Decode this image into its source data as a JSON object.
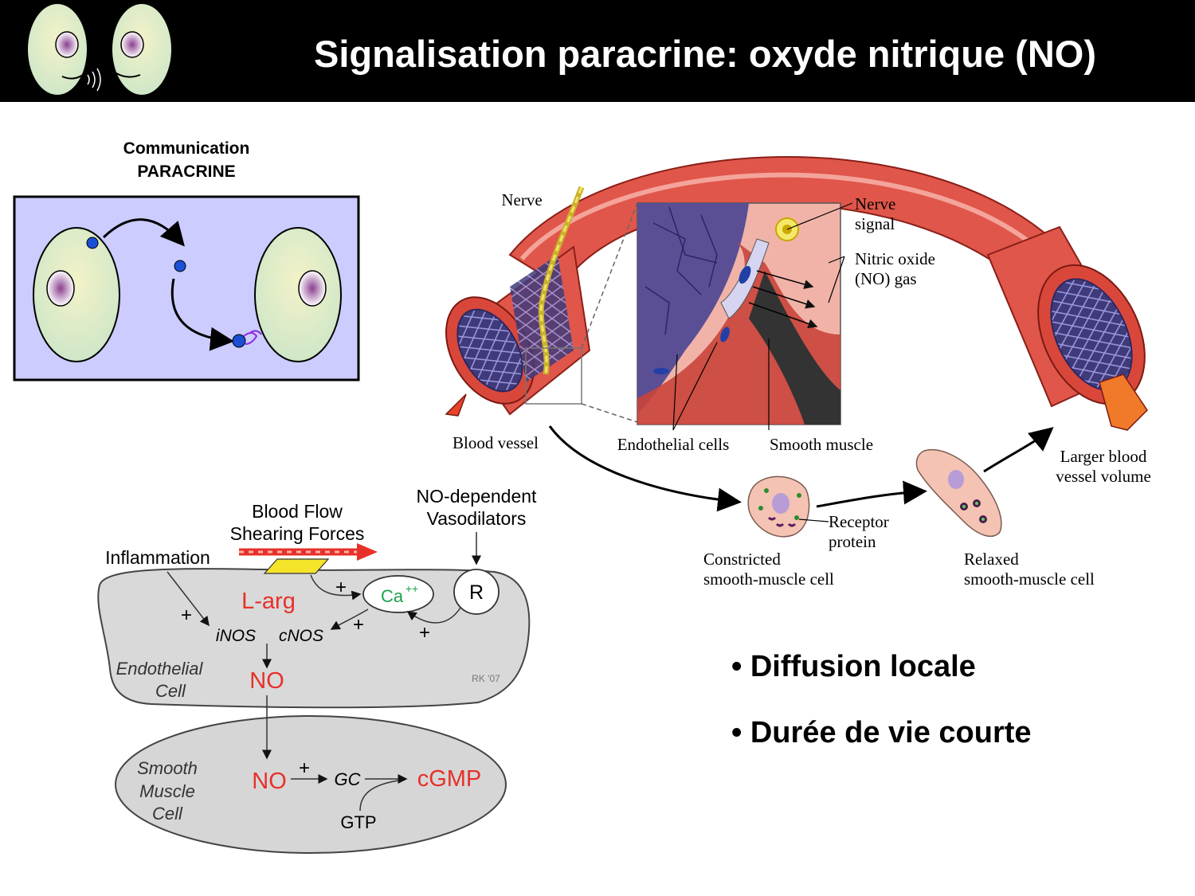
{
  "title": "Signalisation paracrine: oxyde nitrique (NO)",
  "paracrine": {
    "line1": "Communication",
    "line2": "PARACRINE",
    "box_color": "#ccccff"
  },
  "vessel": {
    "nerve": "Nerve",
    "nerve_signal_1": "Nerve",
    "nerve_signal_2": "signal",
    "no_gas_1": "Nitric oxide",
    "no_gas_2": "(NO) gas",
    "blood_vessel": "Blood vessel",
    "endothelial_cells": "Endothelial cells",
    "smooth_muscle": "Smooth muscle",
    "larger_1": "Larger blood",
    "larger_2": "vessel volume",
    "receptor_1": "Receptor",
    "receptor_2": "protein",
    "constricted_1": "Constricted",
    "constricted_2": "smooth-muscle cell",
    "relaxed_1": "Relaxed",
    "relaxed_2": "smooth-muscle cell"
  },
  "pathway": {
    "blood_flow_1": "Blood Flow",
    "blood_flow_2": "Shearing Forces",
    "no_dep_1": "NO-dependent",
    "no_dep_2": "Vasodilators",
    "inflammation": "Inflammation",
    "larg": "L-arg",
    "ca": "Ca",
    "ca_sup": "++",
    "r": "R",
    "inos": "iNOS",
    "cnos": "cNOS",
    "endo_1": "Endothelial",
    "endo_2": "Cell",
    "no_top": "NO",
    "smooth_1": "Smooth",
    "smooth_2": "Muscle",
    "smooth_3": "Cell",
    "no_bottom": "NO",
    "gc": "GC",
    "cgmp": "cGMP",
    "gtp": "GTP",
    "plus": "+",
    "signature": "RK '07"
  },
  "bullets": [
    "• Diffusion locale",
    "• Durée de vie courte"
  ],
  "colors": {
    "red_text": "#e8302a",
    "green_text": "#1aa34a",
    "vessel_red": "#e0564a"
  }
}
